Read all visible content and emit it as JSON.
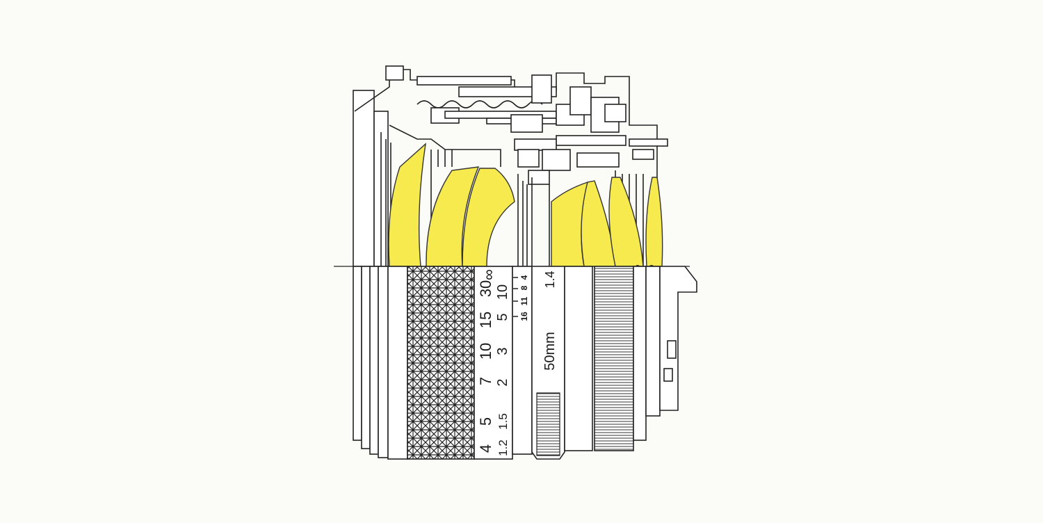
{
  "diagram": {
    "title": "",
    "colors": {
      "lens_element": "#f6ea4e",
      "line": "#222222",
      "background": "#fbfbf8"
    },
    "distance_scale_feet": [
      "∞",
      "30",
      "15",
      "10",
      "7",
      "5",
      "4"
    ],
    "distance_scale_meters": [
      "10",
      "5",
      "3",
      "2",
      "1.5",
      "1.2"
    ],
    "aperture_scale": [
      "4",
      "8",
      "11",
      "16"
    ],
    "max_aperture": "1.4",
    "focal_length": "50mm"
  }
}
